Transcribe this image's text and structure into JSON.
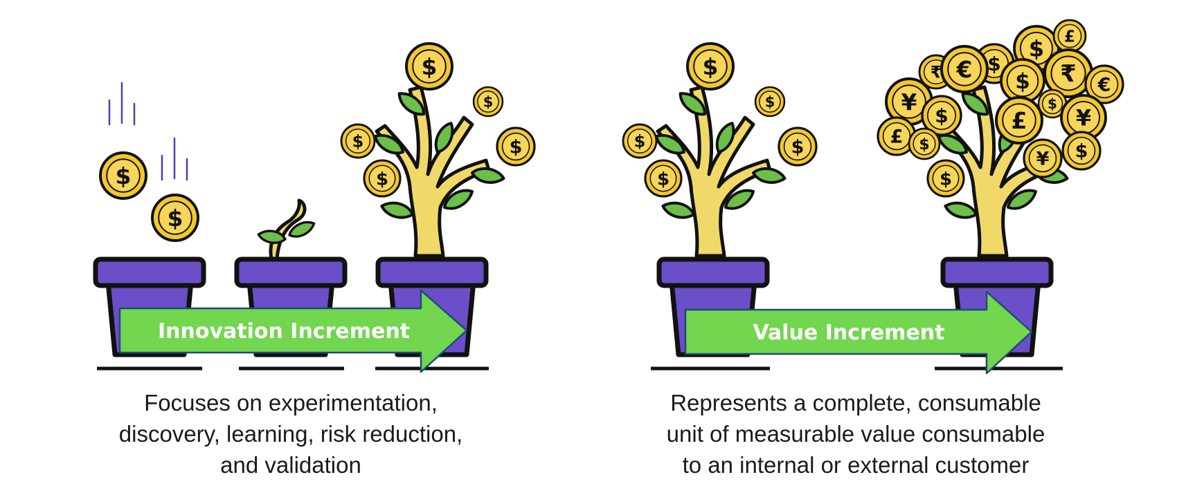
{
  "colors": {
    "pot": "#6a4fc8",
    "pot_outline": "#111111",
    "arrow": "#72d64e",
    "coin": "#f3c72f",
    "coin_inner": "#f7d558",
    "leaf": "#6cc049",
    "trunk": "#f0d968",
    "fall_lines": "#4a3fb0"
  },
  "icons": {
    "coin_dollar": "$",
    "coin_euro": "€",
    "coin_pound": "£",
    "coin_yen": "¥",
    "coin_rupee": "₹"
  },
  "left_panel": {
    "arrow_label": "Innovation Increment",
    "caption_lines": [
      "Focuses on experimentation,",
      "discovery, learning, risk reduction,",
      "and validation"
    ]
  },
  "right_panel": {
    "arrow_label": "Value Increment",
    "caption_lines": [
      "Represents a complete, consumable",
      "unit of measurable value consumable",
      "to an internal or external customer"
    ]
  }
}
